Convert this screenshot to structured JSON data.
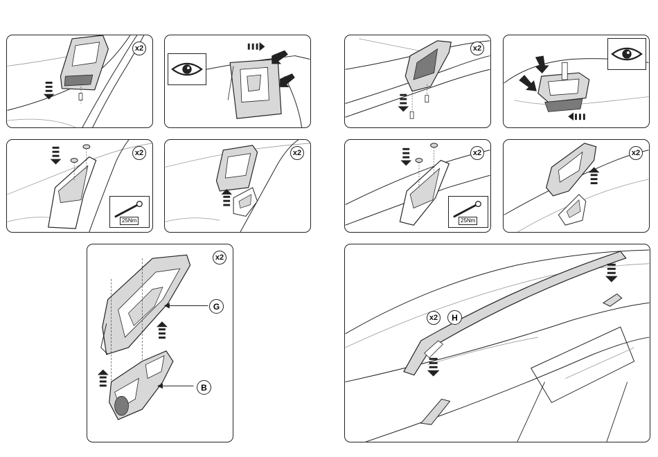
{
  "steps": {
    "p1": {
      "count": "x2"
    },
    "p3": {
      "count": "x2"
    },
    "p3_torque": "25Nm",
    "p4": {
      "count": "x2"
    },
    "p5": {
      "count": "x2"
    },
    "p7": {
      "count": "x2"
    },
    "p7_torque": "25Nm",
    "p8": {
      "count": "x2"
    },
    "p9": {
      "count": "x2",
      "label_g": "G",
      "label_b": "B"
    },
    "p10": {
      "count": "x2",
      "label_h": "H"
    }
  },
  "colors": {
    "line": "#222222",
    "fill_part": "#d8d8d8",
    "fill_dark": "#7a7a7a",
    "bg": "#ffffff"
  },
  "icons": [
    "eye-icon",
    "torque-wrench-icon",
    "down-arrow-icon",
    "up-arrow-icon",
    "push-arrow-icon"
  ]
}
